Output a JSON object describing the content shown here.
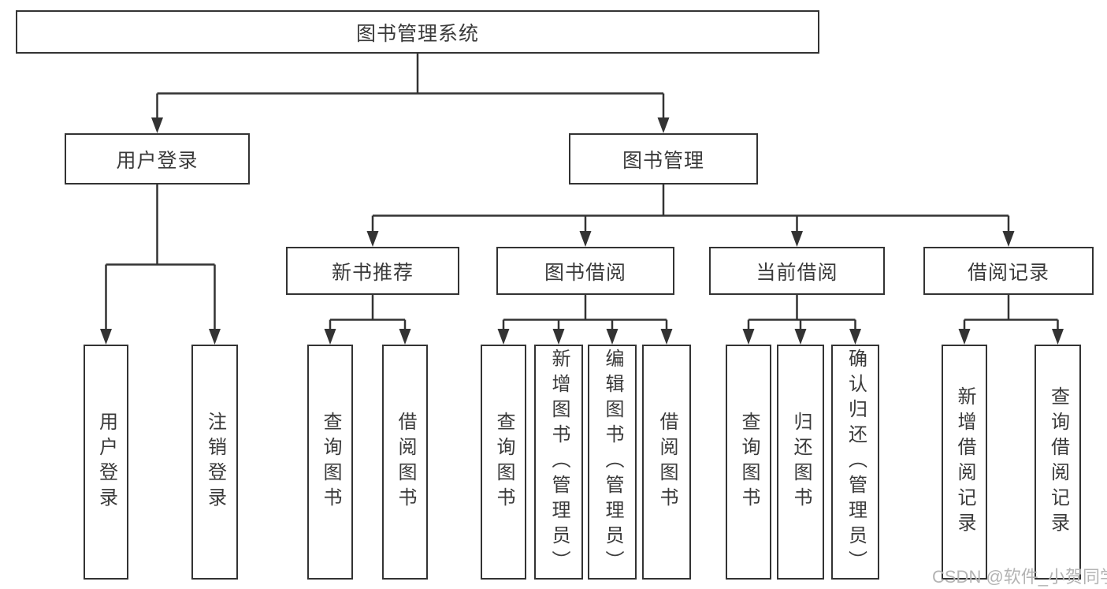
{
  "page": {
    "background": "#ffffff"
  },
  "diagram": {
    "type": "tree",
    "nodes": {
      "root": {
        "label": "图书管理系统"
      },
      "user_login": {
        "label": "用户登录"
      },
      "book_mgmt": {
        "label": "图书管理"
      },
      "new_book_rec": {
        "label": "新书推荐"
      },
      "book_borrow": {
        "label": "图书借阅"
      },
      "current_borrow": {
        "label": "当前借阅"
      },
      "borrow_record": {
        "label": "借阅记录"
      },
      "leaf_user_login": {
        "label": "用户登录"
      },
      "leaf_logout": {
        "label": "注销登录"
      },
      "leaf_query_book_1": {
        "label": "查询图书"
      },
      "leaf_borrow_book_1": {
        "label": "借阅图书"
      },
      "leaf_query_book_2": {
        "label": "查询图书"
      },
      "leaf_add_book": {
        "label": "新增图书（管理员）"
      },
      "leaf_edit_book": {
        "label": "编辑图书（管理员）"
      },
      "leaf_borrow_book_2": {
        "label": "借阅图书"
      },
      "leaf_query_book_3": {
        "label": "查询图书"
      },
      "leaf_return_book": {
        "label": "归还图书"
      },
      "leaf_confirm_return": {
        "label": "确认归还（管理员）"
      },
      "leaf_add_record": {
        "label": "新增借阅记录"
      },
      "leaf_query_record": {
        "label": "查询借阅记录"
      }
    },
    "edges": [
      {
        "parent": "root",
        "children": [
          "user_login",
          "book_mgmt"
        ]
      },
      {
        "parent": "user_login",
        "children": [
          "leaf_user_login",
          "leaf_logout"
        ]
      },
      {
        "parent": "book_mgmt",
        "children": [
          "new_book_rec",
          "book_borrow",
          "current_borrow",
          "borrow_record"
        ]
      },
      {
        "parent": "new_book_rec",
        "children": [
          "leaf_query_book_1",
          "leaf_borrow_book_1"
        ]
      },
      {
        "parent": "book_borrow",
        "children": [
          "leaf_query_book_2",
          "leaf_add_book",
          "leaf_edit_book",
          "leaf_borrow_book_2"
        ]
      },
      {
        "parent": "current_borrow",
        "children": [
          "leaf_query_book_3",
          "leaf_return_book",
          "leaf_confirm_return"
        ]
      },
      {
        "parent": "borrow_record",
        "children": [
          "leaf_add_record",
          "leaf_query_record"
        ]
      }
    ],
    "style": {
      "line_color": "#333333",
      "box_border_color": "#333333",
      "text_color": "#3a3a3a",
      "arrow_height": 20,
      "arrow_half_width": 7.5,
      "line_width": 2.5
    }
  },
  "watermark": {
    "text": "CSDN @软件_小贺同学",
    "color": "#b4b4b4"
  }
}
